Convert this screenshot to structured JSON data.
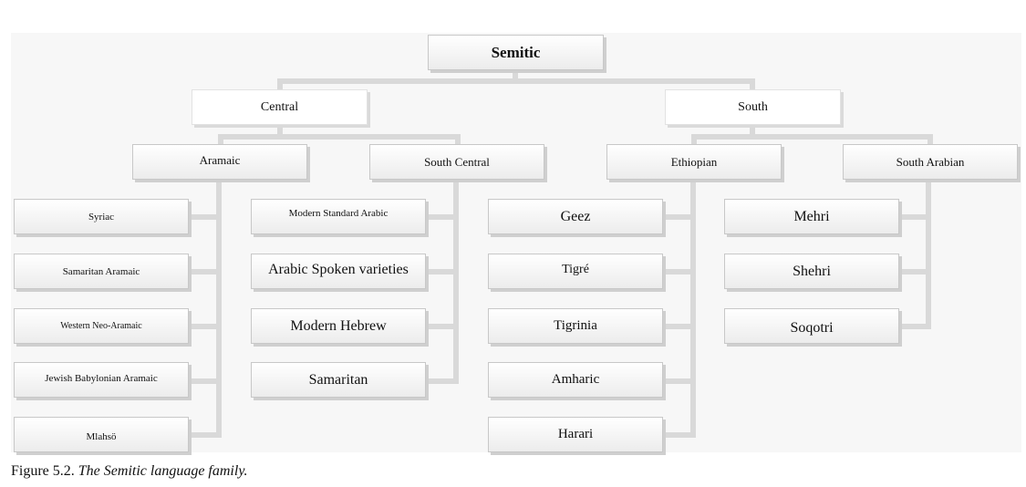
{
  "tree": {
    "root": "Semitic",
    "central": {
      "label": "Central",
      "aramaic": {
        "label": "Aramaic",
        "items": [
          "Syriac",
          "Samaritan Aramaic",
          "Western Neo-Aramaic",
          "Jewish Babylonian Aramaic",
          "Mlahsö"
        ]
      },
      "south_central": {
        "label": "South Central",
        "items": [
          "Modern Standard Arabic",
          "Arabic Spoken varieties",
          "Modern Hebrew",
          "Samaritan"
        ]
      }
    },
    "south": {
      "label": "South",
      "ethiopian": {
        "label": "Ethiopian",
        "items": [
          "Geez",
          "Tigré",
          "Tigrinia",
          "Amharic",
          "Harari"
        ]
      },
      "south_arabian": {
        "label": "South Arabian",
        "items": [
          "Mehri",
          "Shehri",
          "Soqotri"
        ]
      }
    }
  },
  "caption": {
    "prefix": "Figure 5.2.",
    "title": "The Semitic language family."
  },
  "colors": {
    "connector": "#d9d9d9",
    "panel": "#f7f7f7",
    "node_border": "#c8c8c8"
  }
}
